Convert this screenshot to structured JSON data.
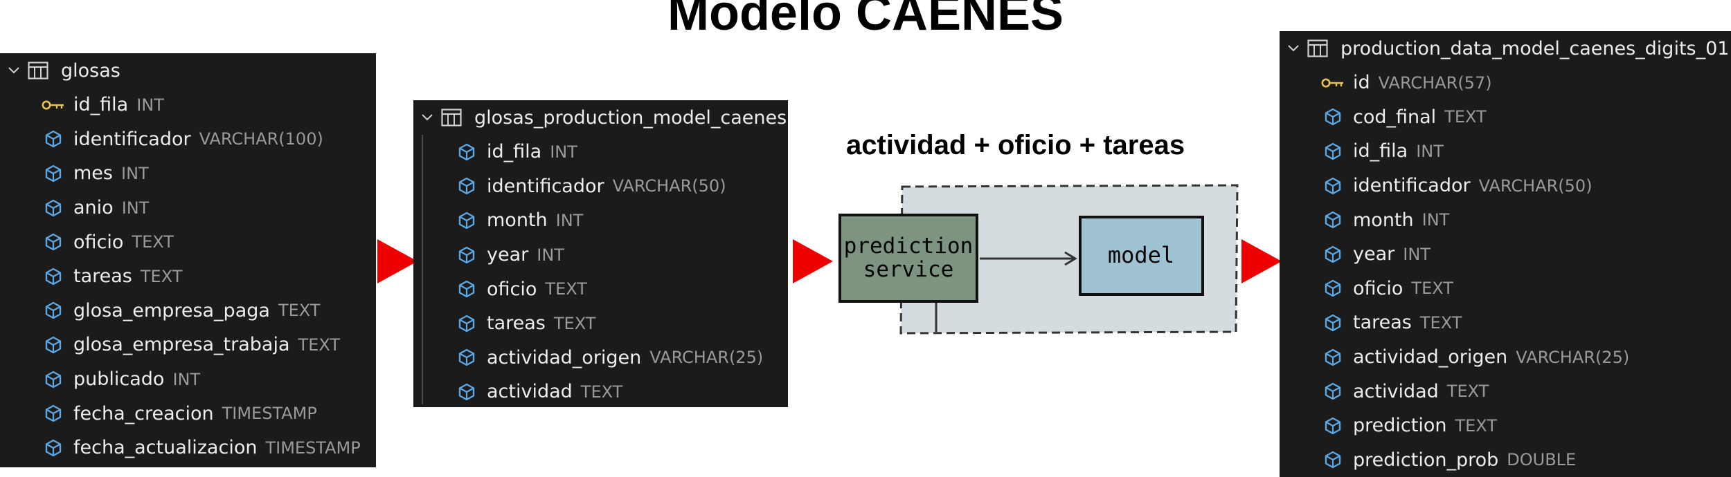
{
  "title": "Modelo CAENES",
  "tables": {
    "glosas": {
      "name": "glosas",
      "columns": [
        {
          "name": "id_fila",
          "type": "INT",
          "key": true
        },
        {
          "name": "identificador",
          "type": "VARCHAR(100)"
        },
        {
          "name": "mes",
          "type": "INT"
        },
        {
          "name": "anio",
          "type": "INT"
        },
        {
          "name": "oficio",
          "type": "TEXT"
        },
        {
          "name": "tareas",
          "type": "TEXT"
        },
        {
          "name": "glosa_empresa_paga",
          "type": "TEXT"
        },
        {
          "name": "glosa_empresa_trabaja",
          "type": "TEXT"
        },
        {
          "name": "publicado",
          "type": "INT"
        },
        {
          "name": "fecha_creacion",
          "type": "TIMESTAMP"
        },
        {
          "name": "fecha_actualizacion",
          "type": "TIMESTAMP"
        }
      ]
    },
    "glosas_production": {
      "name": "glosas_production_model_caenes",
      "columns": [
        {
          "name": "id_fila",
          "type": "INT"
        },
        {
          "name": "identificador",
          "type": "VARCHAR(50)"
        },
        {
          "name": "month",
          "type": "INT"
        },
        {
          "name": "year",
          "type": "INT"
        },
        {
          "name": "oficio",
          "type": "TEXT"
        },
        {
          "name": "tareas",
          "type": "TEXT"
        },
        {
          "name": "actividad_origen",
          "type": "VARCHAR(25)"
        },
        {
          "name": "actividad",
          "type": "TEXT"
        }
      ]
    },
    "production_data": {
      "name": "production_data_model_caenes_digits_01",
      "columns": [
        {
          "name": "id",
          "type": "VARCHAR(57)",
          "key": true
        },
        {
          "name": "cod_final",
          "type": "TEXT"
        },
        {
          "name": "id_fila",
          "type": "INT"
        },
        {
          "name": "identificador",
          "type": "VARCHAR(50)"
        },
        {
          "name": "month",
          "type": "INT"
        },
        {
          "name": "year",
          "type": "INT"
        },
        {
          "name": "oficio",
          "type": "TEXT"
        },
        {
          "name": "tareas",
          "type": "TEXT"
        },
        {
          "name": "actividad_origen",
          "type": "VARCHAR(25)"
        },
        {
          "name": "actividad",
          "type": "TEXT"
        },
        {
          "name": "prediction",
          "type": "TEXT"
        },
        {
          "name": "prediction_prob",
          "type": "DOUBLE"
        }
      ]
    }
  },
  "service": {
    "label": "actividad + oficio + tareas",
    "prediction_line1": "prediction",
    "prediction_line2": "service",
    "model": "model"
  },
  "colors": {
    "panel_bg": "#1b1b1b",
    "column_icon": "#5aa9e6",
    "key_icon": "#e6c44a",
    "arrow": "#ee0000",
    "prediction_box": "#7d9481",
    "model_box": "#9fc3d3",
    "container": "#d5dcdf"
  }
}
